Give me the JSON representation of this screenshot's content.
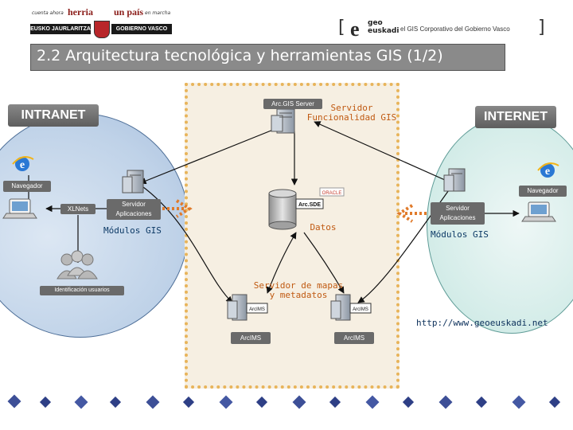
{
  "header": {
    "left_logo": {
      "slogan_small_1": "cuenta ahora",
      "slogan_big_1": "herria",
      "slogan_big_2": "un país",
      "slogan_small_2": "en marcha",
      "gov_basque": "EUSKO JAURLARITZA",
      "gov_spanish": "GOBIERNO VASCO"
    },
    "right_logo": {
      "brand_top": "geo",
      "brand_bottom": "euskadi",
      "tagline": "el GIS Corporativo del Gobierno Vasco"
    }
  },
  "slide": {
    "title": "2.2 Arquitectura tecnológica y herramientas GIS (1/2)"
  },
  "diagram": {
    "intranet_label": "INTRANET",
    "internet_label": "INTERNET",
    "arcgis_server_label": "Arc.GIS Server",
    "servidor_funcionalidad": "Servidor Funcionalidad GIS",
    "navegador_left": "Navegador",
    "navegador_right": "Navegador",
    "xlnets": "XLNets",
    "servidor_aplicaciones_left": "Servidor Aplicaciones",
    "servidor_aplicaciones_right": "Servidor Aplicaciones",
    "modulos_gis_left": "Módulos GIS",
    "modulos_gis_right": "Módulos GIS",
    "identificacion_usuarios": "Identificación usuarios",
    "datos": "Datos",
    "servidor_mapas": "Servidor de mapas y metadatos",
    "arcims_1": "ArcIMS",
    "arcims_2": "ArcIMS",
    "url": "http://www.geoeuskadi.net",
    "arcsde_label": "Arc.SDE",
    "oracle_label": "ORACLE",
    "arcims_box_label": "ArcIMS"
  },
  "colors": {
    "title_bar": "#8a8a8a",
    "central_zone_fill": "#f6efe2",
    "central_zone_border": "#e8b45a",
    "intranet_ellipse": "#bfd2e8",
    "internet_ellipse": "#d3ece8",
    "accent_orange": "#c05a12",
    "arrow_orange": "#e07a2a"
  },
  "icons": {
    "browser": "internet-explorer-icon",
    "server": "server-icon",
    "database": "database-icon",
    "users": "users-group-icon",
    "laptop": "laptop-icon"
  }
}
